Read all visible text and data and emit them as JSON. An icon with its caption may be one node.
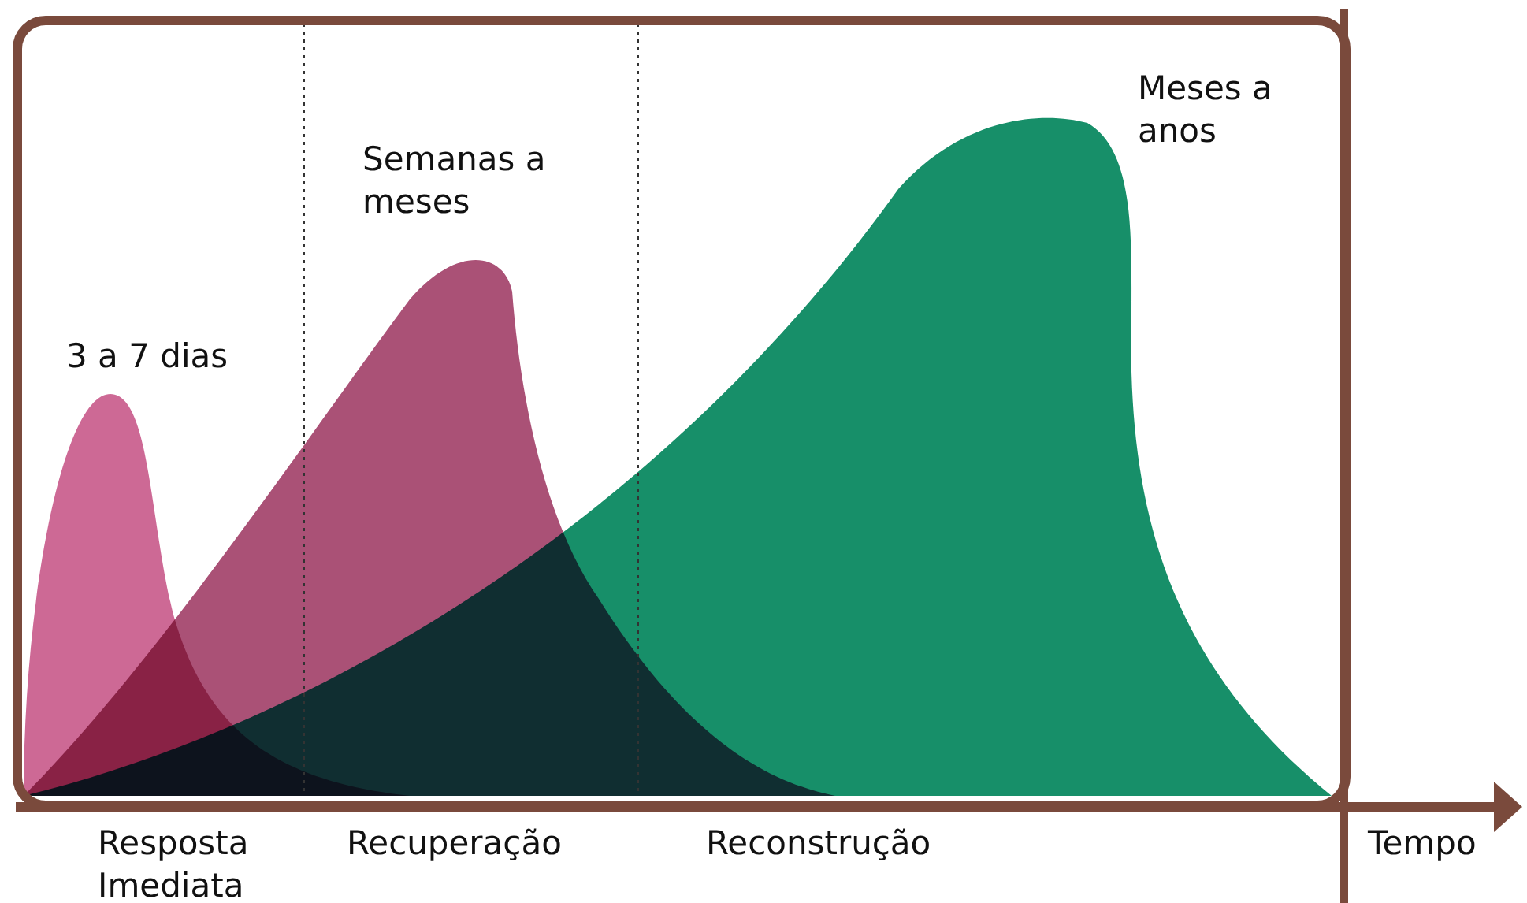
{
  "diagram": {
    "labels": [
      "Meses a anos",
      "Semanas a meses",
      "3 a 7 dias",
      "Resposta Imediata",
      "Recuperação",
      "Reconstrução",
      "Tempo"
    ]
  }
}
